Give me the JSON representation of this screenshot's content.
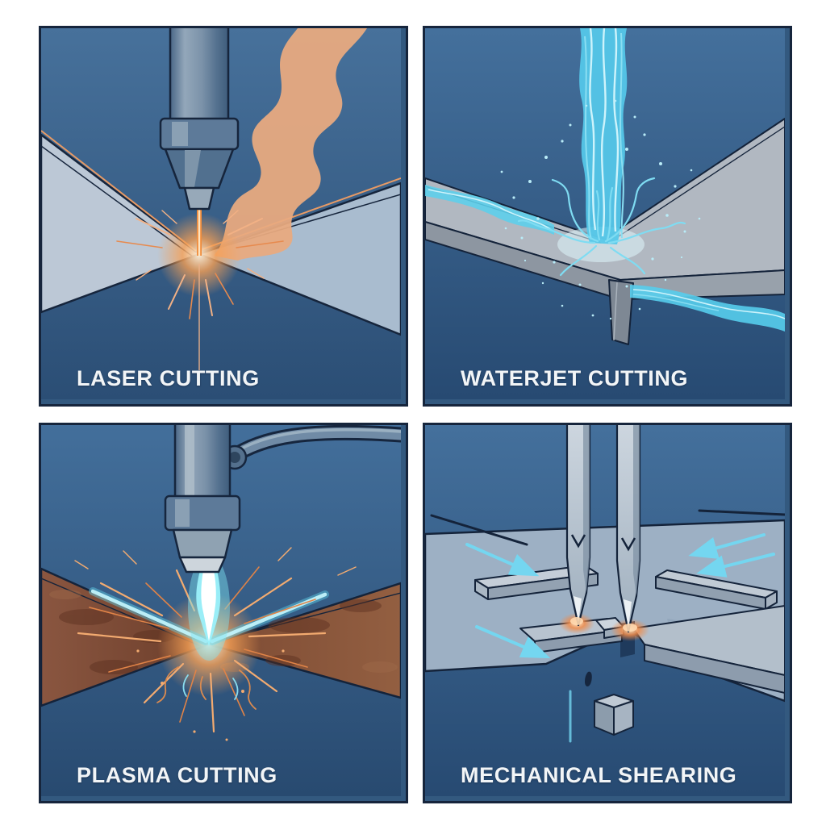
{
  "panels": [
    {
      "id": "laser-cutting",
      "label": "LASER CUTTING"
    },
    {
      "id": "waterjet-cutting",
      "label": "WATERJET CUTTING"
    },
    {
      "id": "plasma-cutting",
      "label": "PLASMA CUTTING"
    },
    {
      "id": "mechanical-shearing",
      "label": "MECHANICAL SHEARING"
    }
  ],
  "colors": {
    "frame_background": "#ffffff",
    "panel_border": "#16253c",
    "panel_blue_top": "#47719b",
    "panel_blue_bottom": "#2b4e75",
    "steel_sheet_light": "#bcc8d6",
    "steel_sheet_gray": "#b1b8c1",
    "rust_sheet_brown": "#7c4a33",
    "laser_beam_orange": "#f08c3c",
    "smoke_salmon": "#e9aa80",
    "waterjet_cyan": "#55c8ea",
    "plasma_flame_cyan": "#9bf0fa",
    "spark_orange": "#f3ab70",
    "arrow_cyan": "#74d6f0",
    "label_text": "#f2f5f7"
  }
}
